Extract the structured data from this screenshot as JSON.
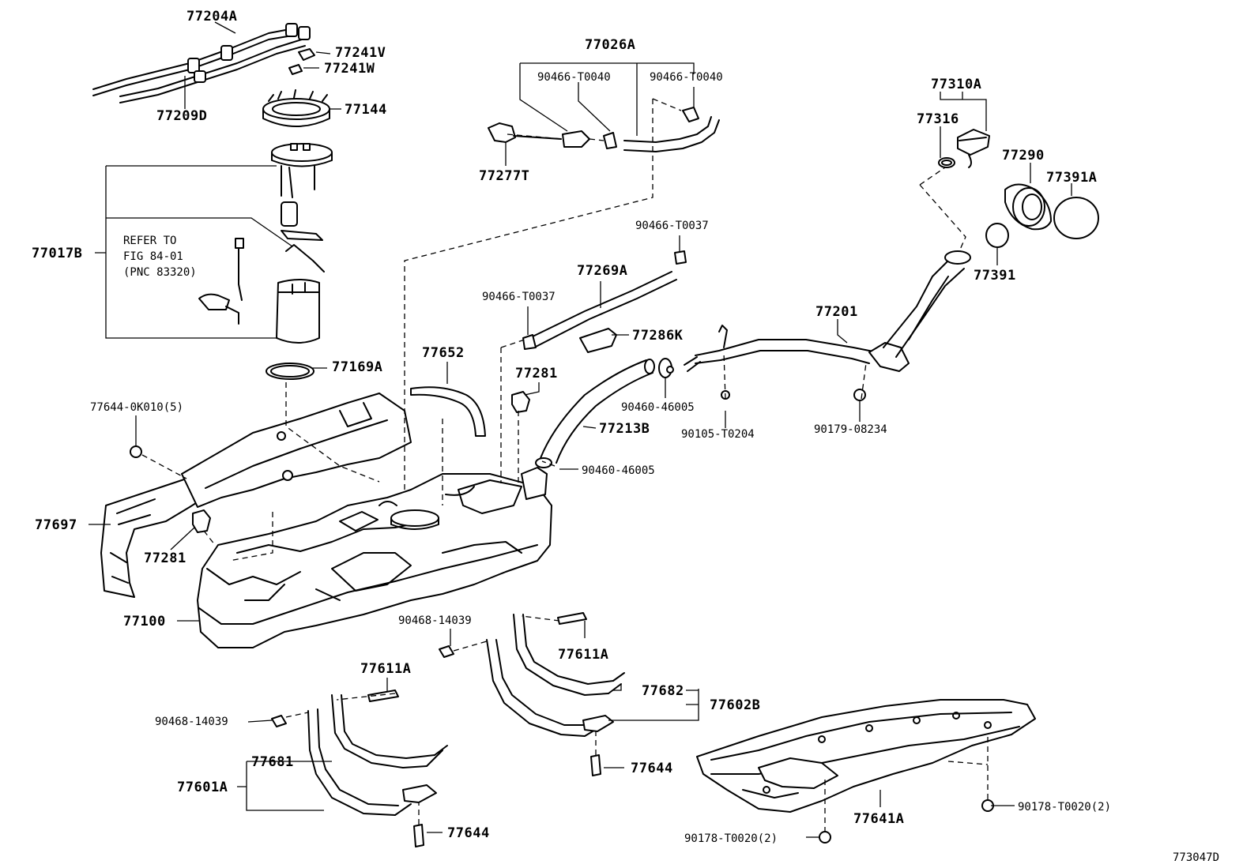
{
  "diagram_code": "773047D",
  "note": {
    "lines": [
      "REFER TO",
      "FIG 84-01",
      "(PNC 83320)"
    ]
  },
  "labels": {
    "p77204A": "77204A",
    "p77241V": "77241V",
    "p77241W": "77241W",
    "p77209D": "77209D",
    "p77144": "77144",
    "p77017B": "77017B",
    "p77169A": "77169A",
    "p77644_0K010": "77644-0K010(5)",
    "p77697": "77697",
    "p77281_left": "77281",
    "p77100": "77100",
    "p77026A": "77026A",
    "p90466_T0040_a": "90466-T0040",
    "p90466_T0040_b": "90466-T0040",
    "p77277T": "77277T",
    "p90466_T0037_a": "90466-T0037",
    "p90466_T0037_b": "90466-T0037",
    "p77269A": "77269A",
    "p77286K": "77286K",
    "p77652": "77652",
    "p77281_mid": "77281",
    "p77213B": "77213B",
    "p90460_46005_a": "90460-46005",
    "p90460_46005_b": "90460-46005",
    "p90105_T0204": "90105-T0204",
    "p77201": "77201",
    "p90179_08234": "90179-08234",
    "p77310A": "77310A",
    "p77316": "77316",
    "p77290": "77290",
    "p77391A": "77391A",
    "p77391": "77391",
    "p90468_14039_a": "90468-14039",
    "p77611A_a": "77611A",
    "p77611A_b": "77611A",
    "p77682": "77682",
    "p77602B": "77602B",
    "p90468_14039_b": "90468-14039",
    "p77681": "77681",
    "p77601A": "77601A",
    "p77644_a": "77644",
    "p77644_b": "77644",
    "p77641A": "77641A",
    "p90178_T0020_a": "90178-T0020(2)",
    "p90178_T0020_b": "90178-T0020(2)"
  }
}
